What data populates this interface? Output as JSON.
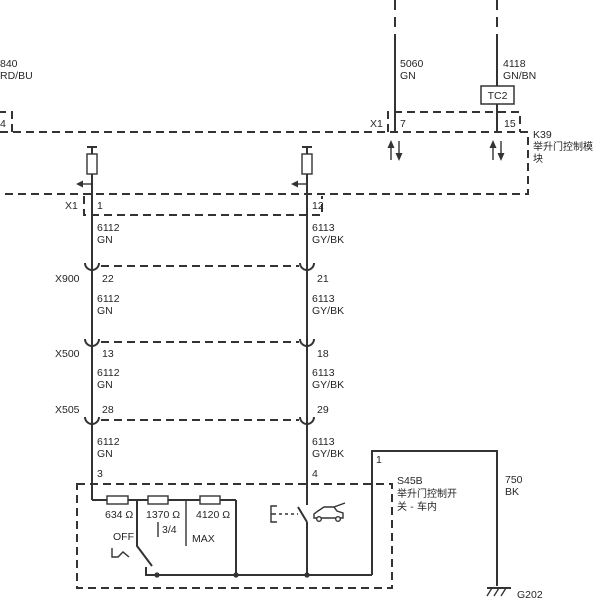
{
  "colors": {
    "line": "#333333",
    "text": "#262626",
    "background": "#ffffff"
  },
  "wires": {
    "c840": {
      "circuit": "840",
      "color": "RD/BU"
    },
    "c5060": {
      "circuit": "5060",
      "color": "GN"
    },
    "c4118": {
      "circuit": "4118",
      "color": "GN/BN"
    },
    "c6112": {
      "circuit": "6112",
      "color": "GN"
    },
    "c6113": {
      "circuit": "6113",
      "color": "GY/BK"
    },
    "c750": {
      "circuit": "750",
      "color": "BK"
    }
  },
  "components": {
    "tc2": "TC2",
    "module": {
      "ref": "K39",
      "name": [
        "举升门控制模",
        "块"
      ]
    },
    "switch": {
      "ref": "S45B",
      "name": [
        "举升门控制开",
        "关 - 车内"
      ],
      "resistors": [
        "634 Ω",
        "1370 Ω",
        "4120 Ω"
      ],
      "positions": [
        "OFF",
        "3/4",
        "MAX"
      ]
    },
    "ground": "G202"
  },
  "connectors": {
    "x1_top": {
      "ref": "X1",
      "pins": [
        "4",
        "7",
        "15"
      ]
    },
    "x1_bottom": {
      "ref": "X1",
      "pins": [
        "1",
        "12"
      ]
    },
    "x900": {
      "ref": "X900",
      "pins": [
        "22",
        "21"
      ]
    },
    "x500": {
      "ref": "X500",
      "pins": [
        "13",
        "18"
      ]
    },
    "x505": {
      "ref": "X505",
      "pins": [
        "28",
        "29"
      ]
    },
    "s45b": {
      "pins": [
        "3",
        "4",
        "1"
      ]
    }
  },
  "icons": {
    "data_arrows": "bidirectional-arrows-icon",
    "pullup": "pullup-resistor-icon",
    "ajar_switch": "liftgate-car-icon",
    "ground": "ground-icon"
  }
}
